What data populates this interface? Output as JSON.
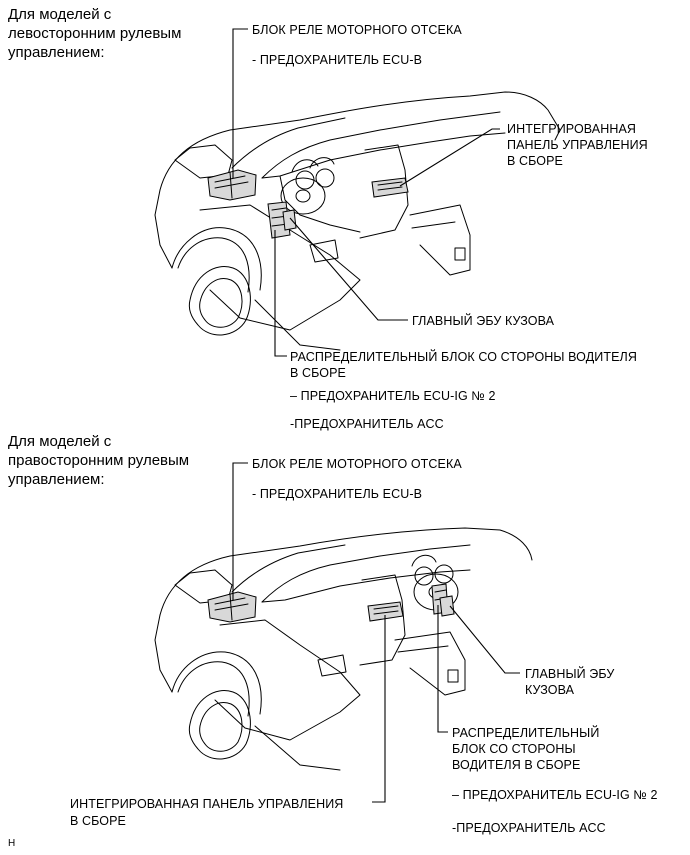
{
  "section_lhd": {
    "heading": [
      "Для моделей с",
      "левосторонним рулевым",
      "управлением:"
    ],
    "engine_relay_block": "БЛОК РЕЛЕ МОТОРНОГО ОТСЕКА",
    "ecu_b_fuse": "- ПРЕДОХРАНИТЕЛЬ ECU-B",
    "integrated_panel": [
      "ИНТЕГРИРОВАННАЯ",
      "ПАНЕЛЬ УПРАВЛЕНИЯ",
      "В СБОРЕ"
    ],
    "main_body_ecu": "ГЛАВНЫЙ ЭБУ КУЗОВА",
    "driver_junction_block": [
      "РАСПРЕДЕЛИТЕЛЬНЫЙ БЛОК СО СТОРОНЫ ВОДИТЕЛЯ",
      "В СБОРЕ"
    ],
    "ecu_ig2_fuse": "– ПРЕДОХРАНИТЕЛЬ ECU-IG № 2",
    "acc_fuse": "-ПРЕДОХРАНИТЕЛЬ ACC"
  },
  "section_rhd": {
    "heading": [
      "Для моделей с",
      "правосторонним рулевым",
      "управлением:"
    ],
    "engine_relay_block": "БЛОК РЕЛЕ МОТОРНОГО ОТСЕКА",
    "ecu_b_fuse": "- ПРЕДОХРАНИТЕЛЬ ECU-B",
    "main_body_ecu": [
      "ГЛАВНЫЙ ЭБУ",
      "КУЗОВА"
    ],
    "driver_junction_block": [
      "РАСПРЕДЕЛИТЕЛЬНЫЙ",
      "БЛОК СО СТОРОНЫ",
      "ВОДИТЕЛЯ В СБОРЕ"
    ],
    "ecu_ig2_fuse": "– ПРЕДОХРАНИТЕЛЬ ECU-IG № 2",
    "integrated_panel": [
      "ИНТЕГРИРОВАННАЯ ПАНЕЛЬ УПРАВЛЕНИЯ",
      "В СБОРЕ"
    ],
    "acc_fuse": "-ПРЕДОХРАНИТЕЛЬ ACC"
  },
  "footer_mark": "H"
}
